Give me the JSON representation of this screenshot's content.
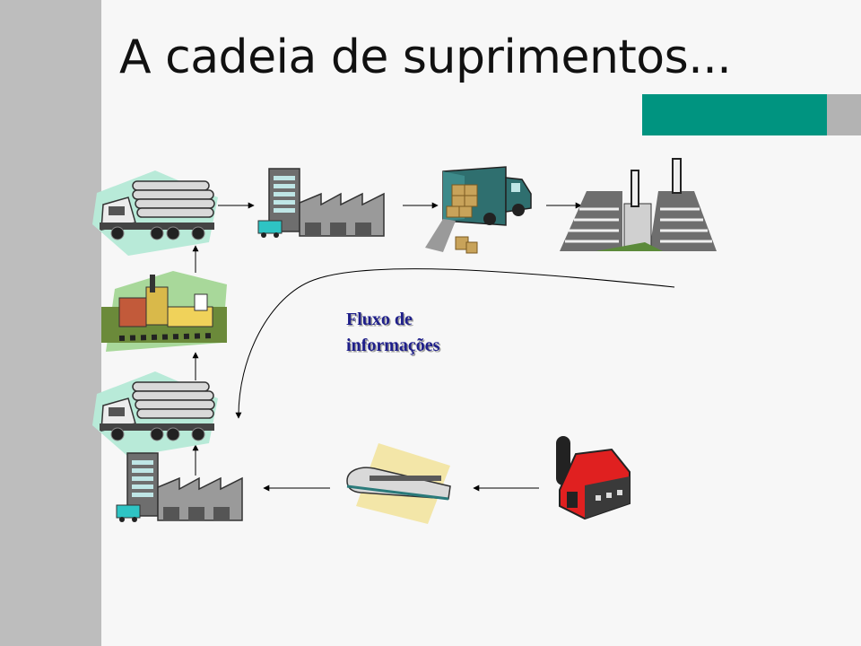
{
  "slide": {
    "title": "A cadeia de suprimentos...",
    "flow_label_line1": "Fluxo de",
    "flow_label_line2": "informações"
  },
  "colors": {
    "background": "#f7f7f7",
    "left_bar": "#bdbdbd",
    "accent_teal": "#009480",
    "accent_gray": "#b3b3b3",
    "label_text": "#1f1f8a"
  },
  "diagram": {
    "nodes": [
      {
        "id": "logging-truck-top",
        "icon": "logging-truck-icon"
      },
      {
        "id": "factory-top",
        "icon": "factory-icon"
      },
      {
        "id": "delivery-truck",
        "icon": "delivery-truck-icon"
      },
      {
        "id": "power-plant",
        "icon": "power-plant-icon"
      },
      {
        "id": "industrial-plant",
        "icon": "industrial-plant-icon"
      },
      {
        "id": "logging-truck-bottom",
        "icon": "logging-truck-icon"
      },
      {
        "id": "factory-bottom",
        "icon": "factory-icon"
      },
      {
        "id": "train",
        "icon": "train-icon"
      },
      {
        "id": "barn",
        "icon": "barn-icon"
      }
    ],
    "edges": [
      {
        "from": "barn",
        "to": "train"
      },
      {
        "from": "train",
        "to": "factory-bottom"
      },
      {
        "from": "factory-bottom",
        "to": "logging-truck-bottom"
      },
      {
        "from": "logging-truck-bottom",
        "to": "industrial-plant"
      },
      {
        "from": "industrial-plant",
        "to": "logging-truck-top"
      },
      {
        "from": "logging-truck-top",
        "to": "factory-top"
      },
      {
        "from": "factory-top",
        "to": "delivery-truck"
      },
      {
        "from": "delivery-truck",
        "to": "power-plant"
      }
    ],
    "information_flow": {
      "from": "power-plant",
      "to": "logging-truck-bottom"
    }
  }
}
